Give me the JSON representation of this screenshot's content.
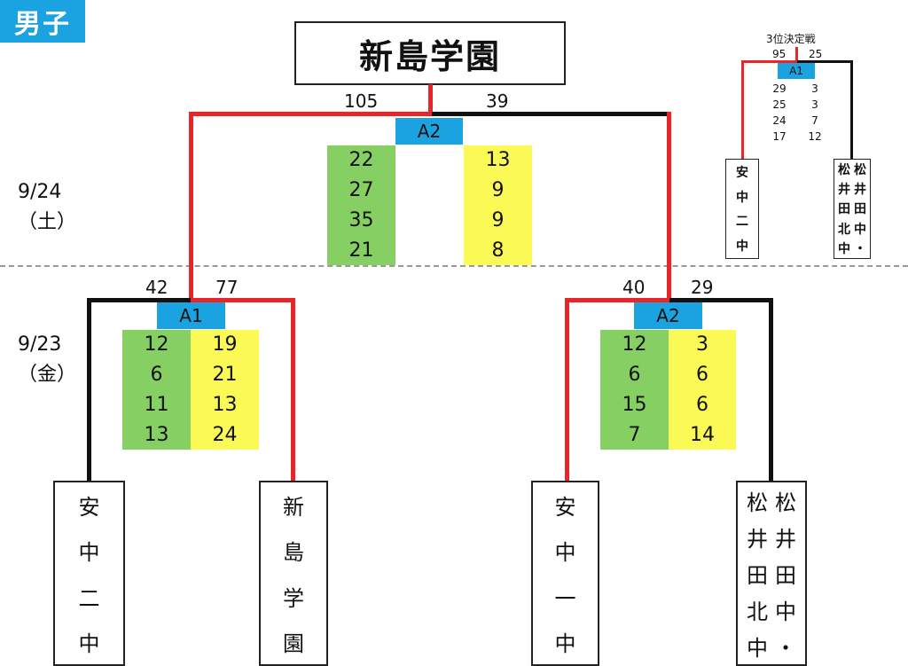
{
  "header": {
    "tag": "男子"
  },
  "final": {
    "winner": "新島学園",
    "score_left": "105",
    "score_right": "39",
    "court": "A2",
    "quarters_left": [
      "22",
      "27",
      "35",
      "21"
    ],
    "quarters_right": [
      "13",
      "9",
      "9",
      "8"
    ]
  },
  "dates": {
    "day2": "9/24",
    "day2_weekday": "（土）",
    "day1": "9/23",
    "day1_weekday": "（金）"
  },
  "semi_left": {
    "court": "A1",
    "score_left": "42",
    "score_right": "77",
    "quarters_left": [
      "12",
      "6",
      "11",
      "13"
    ],
    "quarters_right": [
      "19",
      "21",
      "13",
      "24"
    ],
    "team_left": [
      "安",
      "中",
      "二",
      "中"
    ],
    "team_right": [
      "新",
      "島",
      "学",
      "園"
    ]
  },
  "semi_right": {
    "court": "A2",
    "score_left": "40",
    "score_right": "29",
    "quarters_left": [
      "12",
      "6",
      "15",
      "7"
    ],
    "quarters_right": [
      "3",
      "6",
      "6",
      "14"
    ],
    "team_left": [
      "安",
      "中",
      "一",
      "中"
    ],
    "team_right_col1": [
      "松",
      "井",
      "田",
      "北",
      "中"
    ],
    "team_right_col2": [
      "松",
      "井",
      "田",
      "中",
      "・"
    ]
  },
  "third_place": {
    "title": "3位決定戦",
    "score_left": "95",
    "score_right": "25",
    "court": "A1",
    "quarters_left": [
      "29",
      "25",
      "24",
      "17"
    ],
    "quarters_right": [
      "3",
      "3",
      "7",
      "12"
    ],
    "team_left": [
      "安",
      "中",
      "二",
      "中"
    ],
    "team_right_col1": [
      "松",
      "井",
      "田",
      "北",
      "中"
    ],
    "team_right_col2": [
      "松",
      "井",
      "田",
      "中",
      "・"
    ]
  },
  "colors": {
    "winner_line": "#e8262a",
    "loser_line": "#111111",
    "court": "#1aa3e0",
    "green": "#86cf63",
    "yellow": "#fbf956"
  }
}
